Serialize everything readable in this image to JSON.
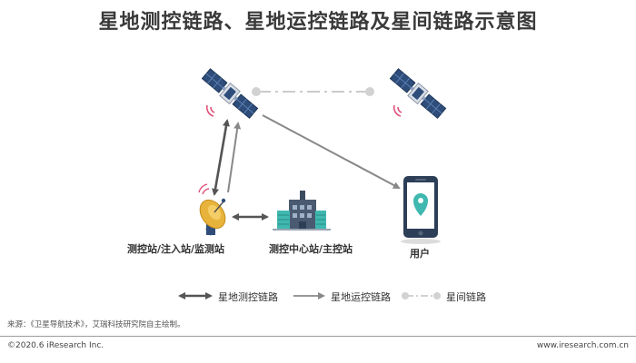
{
  "title": "星地测控链路、星地运控链路及星间链路示意图",
  "nodes": {
    "ground_station": "测控站/注入站/监测站",
    "control_center": "测控中心站/主控站",
    "user": "用户"
  },
  "legend": {
    "ttc_link": "星地测控链路",
    "operation_link": "星地运控链路",
    "inter_satellite_link": "星间链路"
  },
  "source": "来源：《卫星导航技术》，艾瑞科技研究院自主绘制。",
  "footer": {
    "copyright": "©2020.6 iResearch Inc.",
    "website": "www.iresearch.com.cn"
  },
  "colors": {
    "satellite_body": "#2e4d7a",
    "satellite_panel": "#3d5f91",
    "signal": "#e0507a",
    "link_dark": "#555555",
    "link_gray": "#888888",
    "inter_link": "#c4c4c4",
    "accent_teal": "#3fb8b0",
    "phone": "#2d3e57",
    "dish": "#e8b33b"
  }
}
